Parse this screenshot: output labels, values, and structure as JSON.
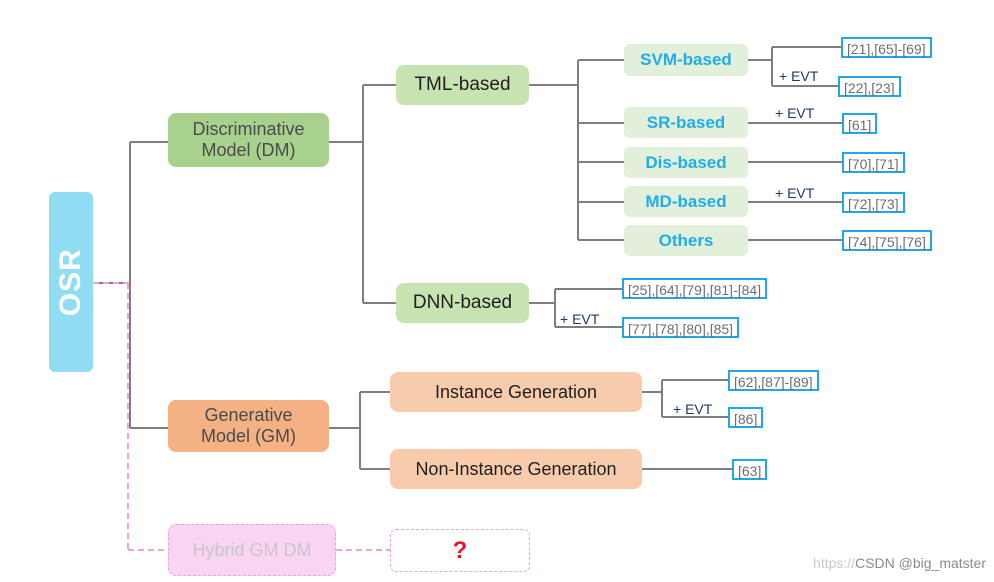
{
  "root": {
    "label": "OSR"
  },
  "branches": {
    "dm": {
      "line1": "Discriminative",
      "line2": "Model (DM)"
    },
    "gm": {
      "line1": "Generative",
      "line2": "Model (GM)"
    },
    "hybrid": {
      "label": "Hybrid GM DM",
      "unknown": "?"
    }
  },
  "dm_children": {
    "tml": "TML-based",
    "dnn": "DNN-based"
  },
  "tml_children": {
    "svm": "SVM-based",
    "sr": "SR-based",
    "dis": "Dis-based",
    "md": "MD-based",
    "others": "Others"
  },
  "gm_children": {
    "ig": "Instance Generation",
    "nig": "Non-Instance Generation"
  },
  "evt_label": "+ EVT",
  "refs": {
    "svm_a": "[21],[65]-[69]",
    "svm_b": "[22],[23]",
    "sr": "[61]",
    "dis": "[70],[71]",
    "md": "[72],[73]",
    "others": "[74],[75],[76]",
    "dnn_a": "[25],[64],[79],[81]-[84]",
    "dnn_b": "[77],[78],[80],[85]",
    "ig_a": "[62],[87]-[89]",
    "ig_b": "[86]",
    "nig": "[63]"
  },
  "watermark": {
    "prefix": "https://",
    "text": "CSDN @big_matster"
  },
  "colors": {
    "root": "#8fdcf3",
    "dm": "#a9d18e",
    "gm": "#f4b183",
    "hybrid": "#f9d5f3",
    "leaf_text": "#1faee8",
    "ref_border": "#1fa7e6",
    "evt_text": "#1f3864",
    "question": "#e8152a"
  }
}
